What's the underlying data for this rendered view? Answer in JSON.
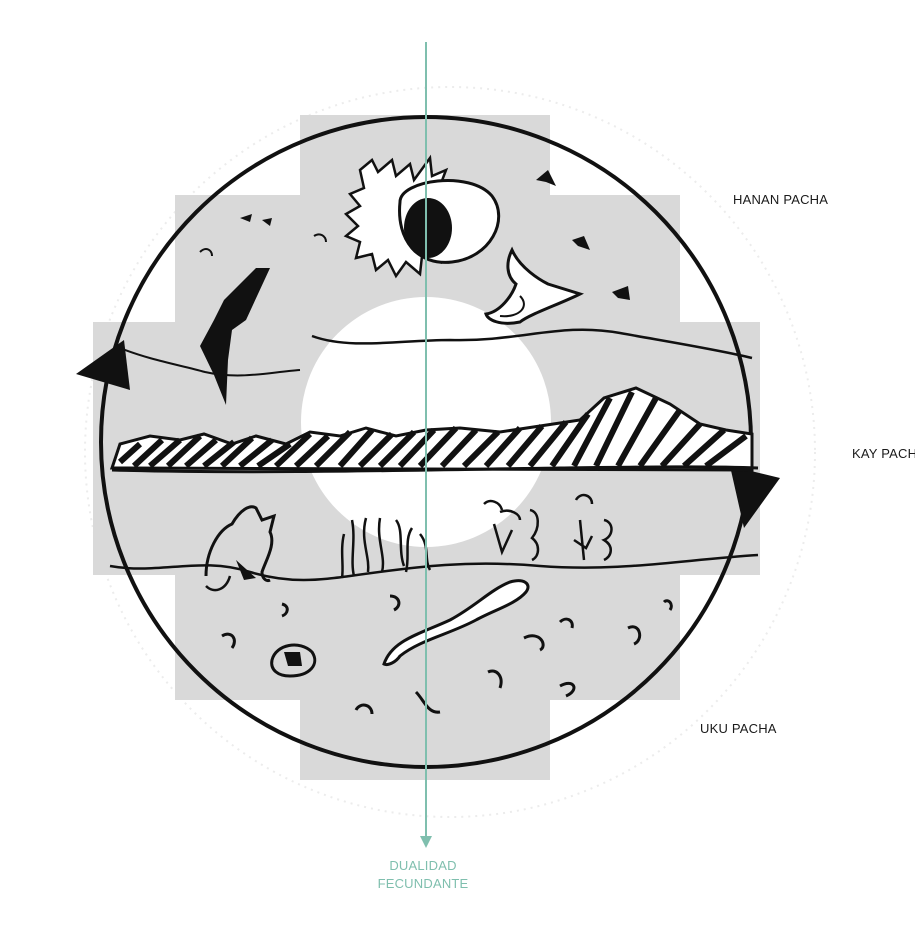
{
  "realms": {
    "upper": "HANAN PACHA",
    "middle": "KAY PACHA",
    "lower": "UKU PACHA"
  },
  "axis": {
    "line1": "DUALIDAD",
    "line2": "FECUNDANTE"
  },
  "colors": {
    "axis": "#7fbfae",
    "cross_fill": "#d9d9d9",
    "ink": "#111111",
    "center_circle": "#ffffff"
  },
  "icons": [
    "sun-icon",
    "bird-icon",
    "snake-icon",
    "fox-icon",
    "cactus-icon",
    "mountains-icon",
    "lightning-icon"
  ]
}
